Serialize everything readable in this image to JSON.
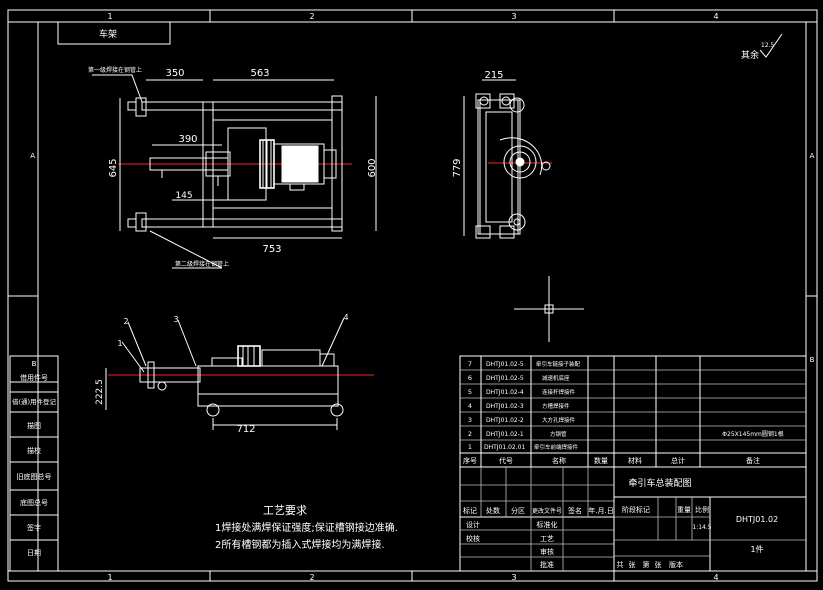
{
  "frame": {
    "col_numbers": [
      "1",
      "2",
      "3",
      "4"
    ],
    "row_letters": [
      "A",
      "B"
    ],
    "title_tab": "车架",
    "roughness": "其余",
    "roughness_value": "12.5"
  },
  "left_panel": {
    "labels": [
      "B",
      "借用件号",
      "借(通)用件登记",
      "描图",
      "描校",
      "旧底图总号",
      "底图总号",
      "签字",
      "日期"
    ]
  },
  "top_view": {
    "dims": [
      "350",
      "563",
      "390",
      "145",
      "645",
      "600",
      "753"
    ],
    "notes": [
      "第一级焊接在钢管上",
      "第二级焊接在钢管上"
    ]
  },
  "side_view": {
    "dims": [
      "215",
      "779"
    ]
  },
  "bottom_view": {
    "dims": [
      "222.5",
      "712"
    ],
    "balloons": [
      "1",
      "2",
      "3",
      "4"
    ]
  },
  "requirements": {
    "title": "工艺要求",
    "lines": [
      "1焊接处满焊保证强度;保证槽钢接边准确.",
      "2所有槽钢都为插入式焊接均为满焊接."
    ]
  },
  "bom": {
    "rows": [
      {
        "no": "7",
        "code": "DHTJ01.02-5",
        "name": "牵引车链接子装配",
        "qty": "",
        "material": "",
        "note": ""
      },
      {
        "no": "6",
        "code": "DHTJ01.02-5",
        "name": "减速机底座",
        "qty": "",
        "material": "",
        "note": ""
      },
      {
        "no": "5",
        "code": "DHTJ01.02-4",
        "name": "连接杆焊接件",
        "qty": "",
        "material": "",
        "note": ""
      },
      {
        "no": "4",
        "code": "DHTJ01.02-3",
        "name": "方槽焊接件",
        "qty": "",
        "material": "",
        "note": ""
      },
      {
        "no": "3",
        "code": "DHTJ01.02-2",
        "name": "大方孔焊接件",
        "qty": "",
        "material": "",
        "note": ""
      },
      {
        "no": "2",
        "code": "DHTJ01.02-1",
        "name": "方钢管",
        "qty": "",
        "material": "",
        "note": "Φ25X145mm圆钢1根"
      },
      {
        "no": "1",
        "code": "DHTJ01.02.01",
        "name": "牵引车前端焊接件",
        "qty": "",
        "material": "",
        "note": ""
      }
    ],
    "headers": [
      "序号",
      "代号",
      "名称",
      "数量",
      "材料",
      "总计",
      "备注"
    ]
  },
  "title_block": {
    "drawing_title": "牵引车总装配图",
    "drawing_no": "DHTJ01.02",
    "revision_labels": [
      "标记",
      "处数",
      "分区",
      "更改文件号",
      "签名",
      "年.月.日"
    ],
    "sign_labels": [
      "设计",
      "标准化",
      "校核",
      "工艺",
      "审核",
      "批准"
    ],
    "stage_labels": [
      "阶段标记",
      "重量",
      "比例"
    ],
    "scale": "1:14.5",
    "sheet_count": "1件",
    "sheet_labels": [
      "共",
      "张",
      "第",
      "张",
      "版本"
    ]
  }
}
